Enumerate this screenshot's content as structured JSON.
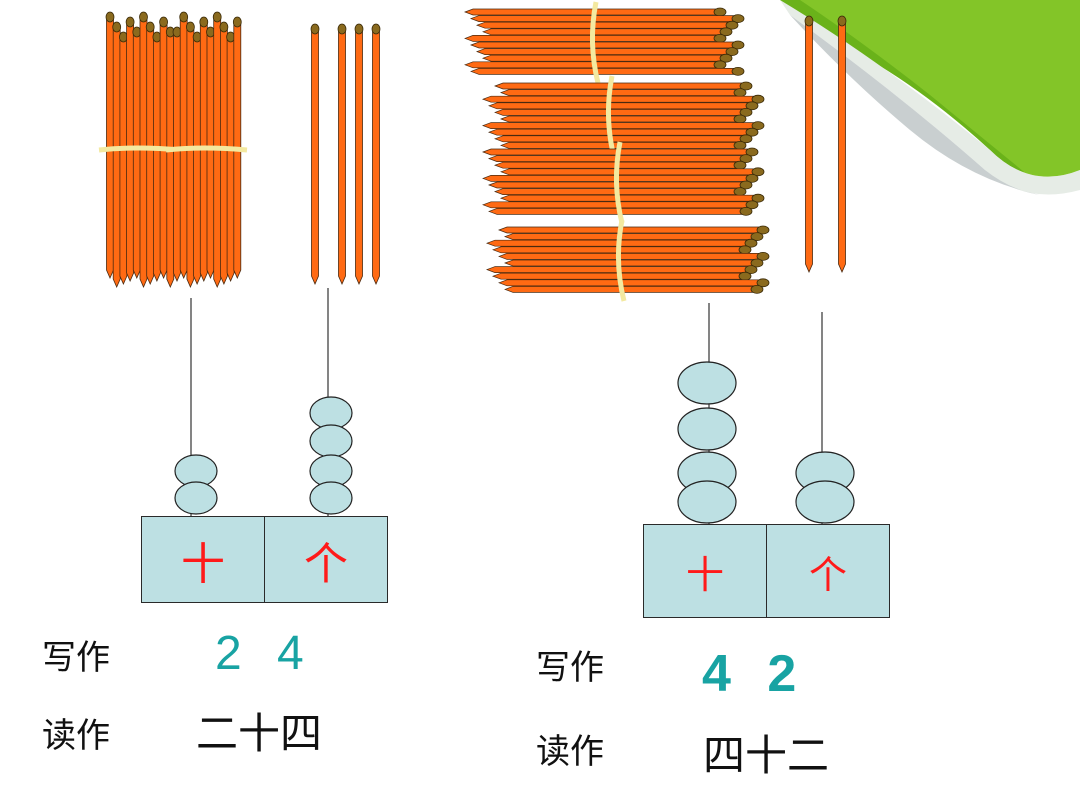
{
  "left_panel": {
    "place_labels": {
      "tens": "十",
      "ones": "个"
    },
    "write_label": "写作",
    "written_number": "2 4",
    "read_label": "读作",
    "read_words": "二十四"
  },
  "right_panel": {
    "place_labels": {
      "tens": "十",
      "ones": "个"
    },
    "write_label": "写作",
    "written_number": "4 2",
    "read_label": "读作",
    "read_words": "四十二"
  },
  "colors": {
    "stick": "#ff6a13",
    "stick_end": "#8a6a1e",
    "band": "#f3e9a0",
    "bead": "#bde0e3",
    "box": "#bde0e3",
    "place_text": "#ff1a1a",
    "number_text": "#18a3a3",
    "page_curl": "#6ab21a"
  },
  "icons": [
    "page-curl-decoration"
  ]
}
